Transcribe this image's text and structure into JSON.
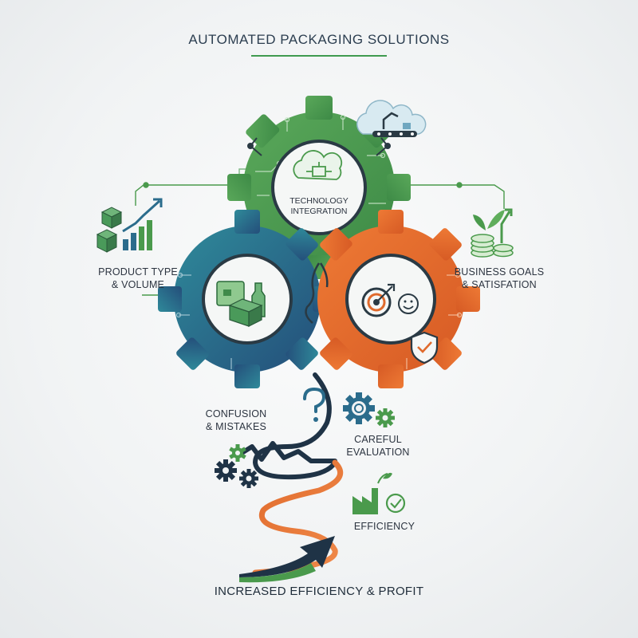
{
  "title": "AUTOMATED PACKAGING SOLUTIONS",
  "gears": {
    "center_line1": "TECHNOLOGY",
    "center_line2": "INTEGRATION"
  },
  "left_label": {
    "line1": "PRODUCT TYPE",
    "line2": "& VOLUME"
  },
  "right_label": {
    "line1": "BUSINESS GOALS",
    "line2": "& SATISFATION"
  },
  "path": {
    "confusion_line1": "CONFUSION",
    "confusion_line2": "& MISTAKES",
    "careful_line1": "CAREFUL",
    "careful_line2": "EVALUATION",
    "efficiency": "EFFICIENCY"
  },
  "footer": "INCREASED EFFICIENCY & PROFIT",
  "colors": {
    "green": "#4a9a4c",
    "blue": "#2b6c8c",
    "orange": "#e06a2c",
    "navy": "#1f3346"
  }
}
